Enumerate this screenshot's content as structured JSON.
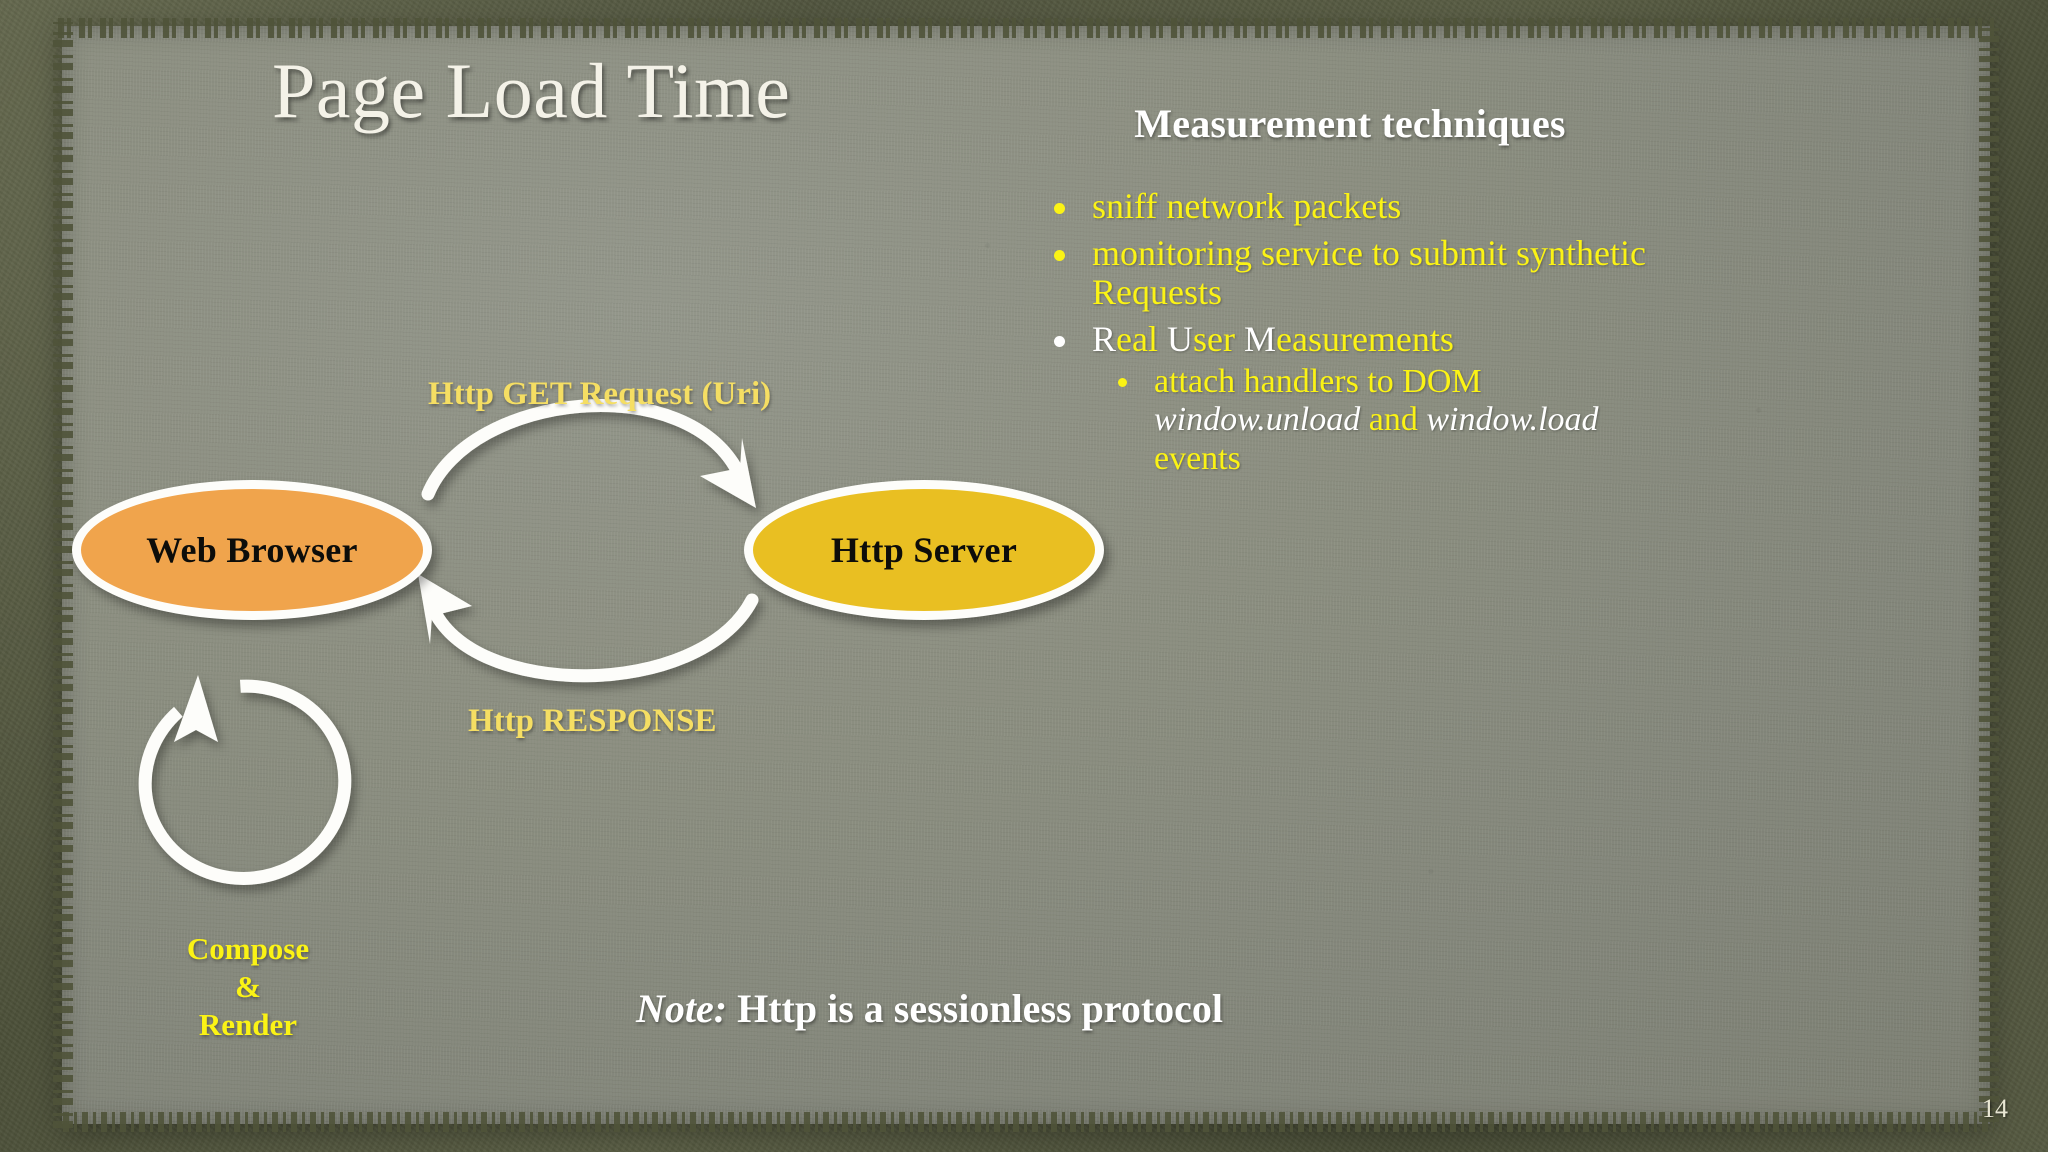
{
  "slide": {
    "title": "Page Load Time",
    "page_number": "14",
    "background_color": "#8b8e80",
    "border_color": "#4f5339"
  },
  "right_panel": {
    "heading": "Measurement techniques",
    "bullets": [
      {
        "bullet_color": "#fbf315",
        "text": "sniff network packets"
      },
      {
        "bullet_color": "#fbf315",
        "text": "monitoring service to submit synthetic Requests"
      },
      {
        "bullet_color": "#ffffff",
        "text_runs": [
          {
            "t": "R",
            "style": "white"
          },
          {
            "t": "eal ",
            "style": "yellow"
          },
          {
            "t": "U",
            "style": "white"
          },
          {
            "t": "ser ",
            "style": "yellow"
          },
          {
            "t": "M",
            "style": "white"
          },
          {
            "t": "easurements",
            "style": "yellow"
          }
        ],
        "sub_bullets": [
          {
            "bullet_color": "#fbf315",
            "text_runs": [
              {
                "t": "attach handlers to DOM ",
                "style": "yellow"
              },
              {
                "t": "window.unload",
                "style": "white-italic"
              },
              {
                "t": " and ",
                "style": "yellow"
              },
              {
                "t": "window.load",
                "style": "white-italic"
              },
              {
                "t": " events",
                "style": "yellow"
              }
            ]
          }
        ]
      }
    ]
  },
  "diagram": {
    "nodes": [
      {
        "id": "browser",
        "label": "Web Browser",
        "fill": "#f0a44c",
        "stroke": "#fdfdfa"
      },
      {
        "id": "server",
        "label": "Http Server",
        "fill": "#e9bf22",
        "stroke": "#fdfdfa"
      }
    ],
    "edges": [
      {
        "id": "request",
        "label": "Http GET Request (Uri)",
        "color": "#f5de63",
        "direction": "browser-to-server"
      },
      {
        "id": "response",
        "label": "Http RESPONSE",
        "color": "#f5de63",
        "direction": "server-to-browser"
      },
      {
        "id": "loop",
        "label": "Compose\n&\nRender",
        "color": "#fbf315",
        "direction": "browser-self-loop"
      }
    ],
    "loop_label_lines": [
      "Compose",
      "&",
      "Render"
    ]
  },
  "note": {
    "prefix": "Note:",
    "text": " Http is a sessionless protocol"
  }
}
